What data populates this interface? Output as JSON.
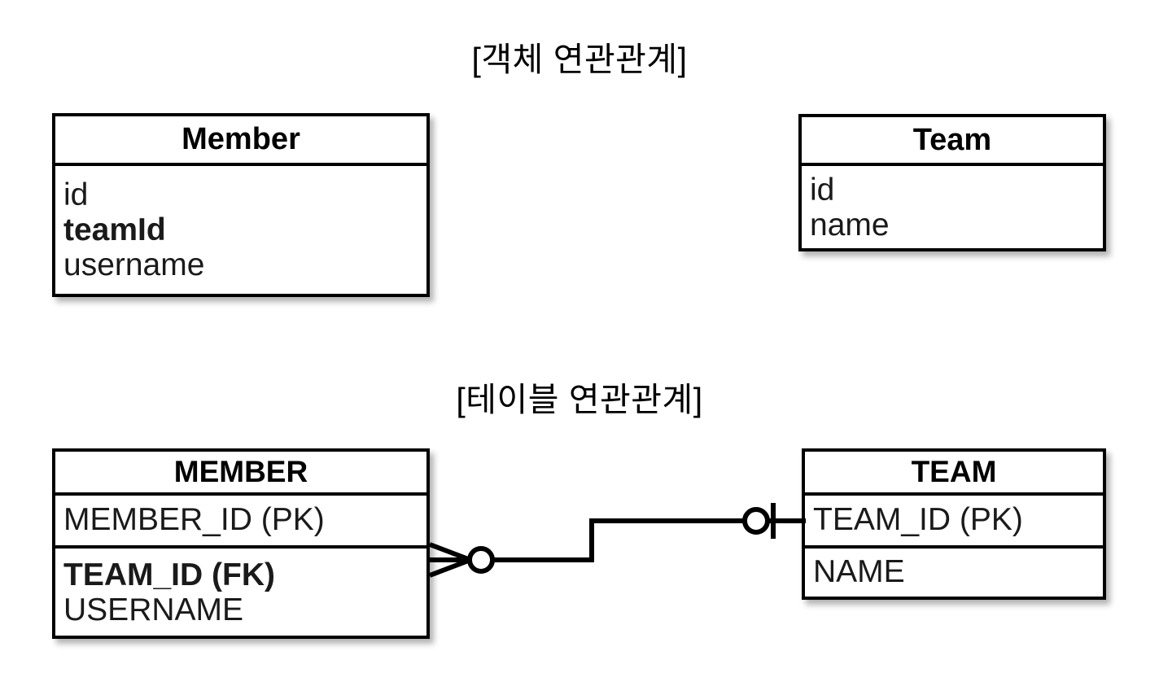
{
  "diagram": {
    "type": "erd-comparison",
    "background_color": "#ffffff",
    "line_color": "#000000",
    "sections": [
      {
        "id": "object-model",
        "title": "[객체 연관관계]"
      },
      {
        "id": "table-model",
        "title": "[테이블 연관관계]"
      }
    ]
  },
  "object_model": {
    "title": "[객체 연관관계]",
    "entities": [
      {
        "name": "Member",
        "attributes": [
          {
            "label": "id",
            "bold": false
          },
          {
            "label": "teamId",
            "bold": true
          },
          {
            "label": "username",
            "bold": false
          }
        ]
      },
      {
        "name": "Team",
        "attributes": [
          {
            "label": "id",
            "bold": false
          },
          {
            "label": "name",
            "bold": false
          }
        ]
      }
    ]
  },
  "table_model": {
    "title": "[테이블 연관관계]",
    "entities": [
      {
        "name": "MEMBER",
        "sections": [
          {
            "attributes": [
              {
                "label": "MEMBER_ID (PK)",
                "bold": false
              }
            ]
          },
          {
            "attributes": [
              {
                "label": "TEAM_ID (FK)",
                "bold": true
              },
              {
                "label": "USERNAME",
                "bold": false
              }
            ]
          }
        ]
      },
      {
        "name": "TEAM",
        "sections": [
          {
            "attributes": [
              {
                "label": "TEAM_ID (PK)",
                "bold": false
              }
            ]
          },
          {
            "attributes": [
              {
                "label": "NAME",
                "bold": false
              }
            ]
          }
        ]
      }
    ],
    "relationship": {
      "from": "MEMBER",
      "to": "TEAM",
      "from_cardinality": "zero-or-many",
      "to_cardinality": "zero-or-one",
      "notation": "crows-foot",
      "from_symbol": "crows-foot-circle",
      "to_symbol": "circle-bar",
      "line_style": "orthogonal-step"
    }
  }
}
